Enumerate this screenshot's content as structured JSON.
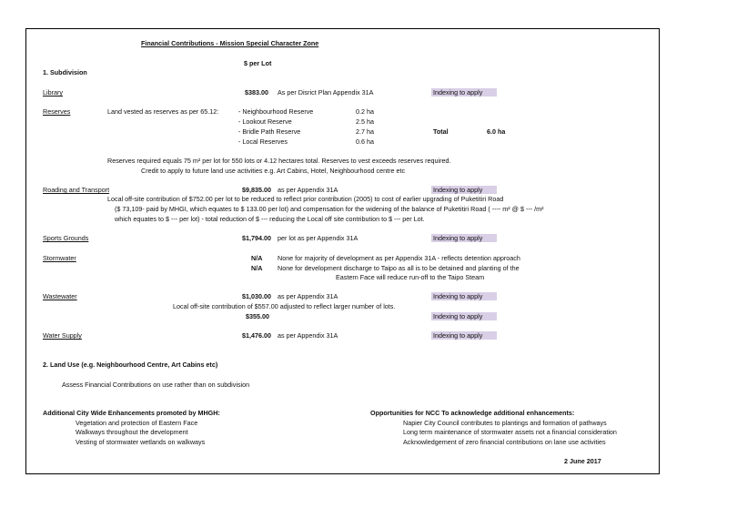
{
  "title": "Financial Contributions - Mission Special Character Zone",
  "per_lot_header": "$ per Lot",
  "section1": "1. Subdivision",
  "indexing": "Indexing to apply",
  "library": {
    "label": "Library",
    "amount": "$383.00",
    "note": "As per Disrict Plan Appendix 31A"
  },
  "reserves": {
    "label": "Reserves",
    "desc": "Land vested as reserves as per 65.12:",
    "items": [
      {
        "name": "- Neighbourhood Reserve",
        "area": "0.2 ha"
      },
      {
        "name": "- Lookout Reserve",
        "area": "2.5 ha"
      },
      {
        "name": "- Bridle Path Reserve",
        "area": "2.7 ha"
      },
      {
        "name": "- Local Reserves",
        "area": "0.6 ha"
      }
    ],
    "total_label": "Total",
    "total_value": "6.0 ha",
    "note1": "Reserves required equals 75 m² per lot for 550 lots or 4.12 hectares total. Reserves to vest exceeds reserves required.",
    "note2": "Credit to apply to future land use activities e.g. Art Cabins, Hotel, Neighbourhood centre etc"
  },
  "roading": {
    "label": "Roading and Transport",
    "amount": "$9,835.00",
    "note": "as per Appendix 31A",
    "line1": "Local off-site contribution of $752.00 per lot to be reduced to reflect prior contribution (2005) to cost of earlier upgrading of Puketitiri Road",
    "line2": "($ 73,109- paid by MHGI, which equates to $ 133.00 per lot) and compensation for the widening of the balance of Puketitiri Road ( ---- m² @ $ --- /m²",
    "line3": "which equates to $ --- per lot) - total reduction  of $ --- reducing the Local off site contribution to $ --- per Lot."
  },
  "sports": {
    "label": "Sports Grounds",
    "amount": "$1,794.00",
    "note": "per lot as per Appendix 31A"
  },
  "stormwater": {
    "label": "Stormwater",
    "na1": "N/A",
    "line1": "None for majority of development as per Appendix 31A - reflects detention approach",
    "na2": "N/A",
    "line2": "None for development discharge to Taipo as all is to be detained and planting of the",
    "line3": "Eastern Face will reduce run-off to the Taipo Steam"
  },
  "wastewater": {
    "label": "Wastewater",
    "amount": "$1,030.00",
    "note": "as per Appendix 31A",
    "line1": "Local off-site contribution of $557.00 adjusted to reflect larger number of lots.",
    "amount2": "$355.00"
  },
  "water": {
    "label": "Water Supply",
    "amount": "$1,476.00",
    "note": "as per Appendix 31A"
  },
  "section2": "2. Land Use (e.g. Neighbourhood Centre, Art Cabins etc)",
  "section2_note": "Assess Financial Contributions on use rather than on subdivision",
  "mhgh": {
    "title": "Additional City Wide Enhancements promoted by MHGH:",
    "items": [
      "Vegetation and protection of Eastern Face",
      "Walkways throughout the development",
      "Vesting of stormwater wetlands on walkways"
    ]
  },
  "ncc": {
    "title": "Opportunities for NCC To acknowledge additional enhancements:",
    "items": [
      "Napier City Council contributes to plantings and formation of pathways",
      "Long term maintenance of stormwater assets not a financial consideration",
      "Acknowledgement of zero financial contributions on lane use activities"
    ]
  },
  "date": "2 June 2017"
}
